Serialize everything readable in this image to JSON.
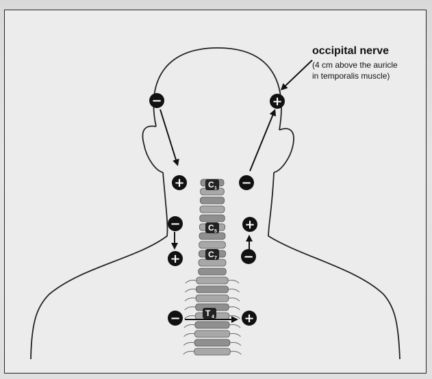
{
  "title": "occipital nerve",
  "subtitle_line1": "(4 cm above the auricle",
  "subtitle_line2": "in temporalis muscle)",
  "vertebra_labels": {
    "c_top": "C",
    "c_top_sub": "1",
    "c_mid": "C",
    "c_mid_sub": "5",
    "c_low": "C",
    "c_low_sub": "7",
    "t": "T",
    "t_sub": "4"
  },
  "electrode_symbols": {
    "positive": "+",
    "negative": "−"
  },
  "colors": {
    "outline": "#111111",
    "electrode_fill": "#111111",
    "vertebra_fill": "#9a9a9a",
    "background": "#ececec"
  }
}
